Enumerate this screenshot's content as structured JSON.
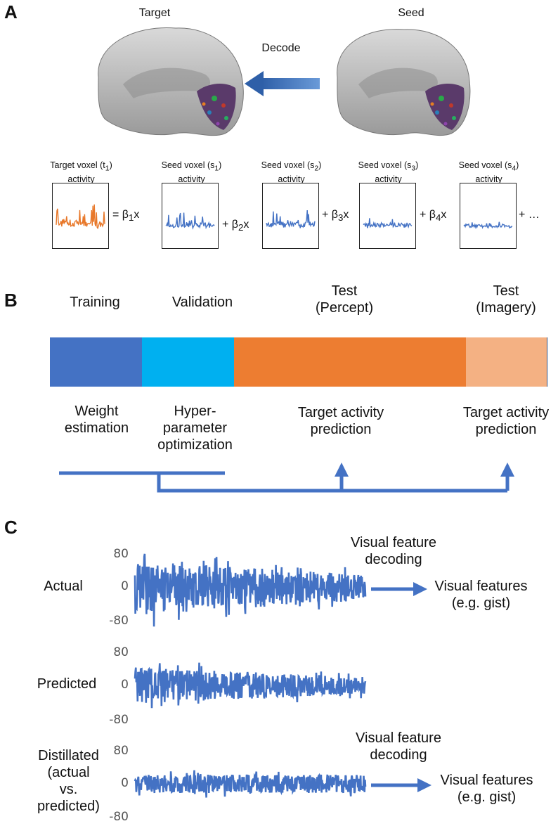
{
  "panels": {
    "a": "A",
    "b": "B",
    "c": "C"
  },
  "panel_a": {
    "target_title": "Target",
    "seed_title": "Seed",
    "decode_label": "Decode",
    "equation": {
      "target": {
        "line1": "Target voxel (t",
        "sub": "1",
        "line1_end": ")",
        "line2": "activity"
      },
      "seeds": [
        {
          "line1": "Seed voxel (s",
          "sub": "1",
          "line1_end": ")",
          "line2": "activity"
        },
        {
          "line1": "Seed voxel (s",
          "sub": "2",
          "line1_end": ")",
          "line2": "activity"
        },
        {
          "line1": "Seed voxel (s",
          "sub": "3",
          "line1_end": ")",
          "line2": "activity"
        },
        {
          "line1": "Seed voxel (s",
          "sub": "4",
          "line1_end": ")",
          "line2": "activity"
        }
      ],
      "operators": [
        {
          "pre": "= β",
          "sub": "1",
          "post": "x"
        },
        {
          "pre": "+ β",
          "sub": "2",
          "post": "x"
        },
        {
          "pre": "+ β",
          "sub": "3",
          "post": "x"
        },
        {
          "pre": "+ β",
          "sub": "4",
          "post": "x"
        }
      ],
      "ellipsis": "+ …"
    },
    "colors": {
      "target_trace": "#e8782a",
      "seed_trace": "#4472c4",
      "arrow": "#3b6fbf"
    }
  },
  "panel_b": {
    "phases": [
      {
        "title": "Training",
        "title2": "",
        "color": "#4472c4",
        "desc1": "Weight",
        "desc2": "estimation",
        "desc3": ""
      },
      {
        "title": "Validation",
        "title2": "",
        "color": "#00b0f0",
        "desc1": "Hyper-",
        "desc2": "parameter",
        "desc3": "optimization"
      },
      {
        "title": "Test",
        "title2": "(Percept)",
        "color": "#ed7d31",
        "desc1": "Target activity",
        "desc2": "prediction",
        "desc3": ""
      },
      {
        "title": "Test",
        "title2": "(Imagery)",
        "color": "#f4b183",
        "desc1": "Target activity",
        "desc2": "prediction",
        "desc3": ""
      }
    ],
    "arrow_color": "#4472c4"
  },
  "panel_c": {
    "rows": [
      {
        "label": [
          "Actual"
        ],
        "ticks": [
          "80",
          "0",
          "-80"
        ],
        "arrow": true,
        "decoding_label": [
          "Visual feature",
          "decoding"
        ],
        "output_label": [
          "Visual features",
          "(e.g. gist)"
        ]
      },
      {
        "label": [
          "Predicted"
        ],
        "ticks": [
          "80",
          "0",
          "-80"
        ],
        "arrow": false,
        "decoding_label": [
          "",
          ""
        ],
        "output_label": [
          "",
          ""
        ]
      },
      {
        "label": [
          "Distillated",
          "(actual",
          "vs.",
          "predicted)"
        ],
        "ticks": [
          "80",
          "0",
          "-80"
        ],
        "arrow": true,
        "decoding_label": [
          "Visual feature",
          "decoding"
        ],
        "output_label": [
          "Visual features",
          "(e.g. gist)"
        ]
      }
    ],
    "trace_color": "#4472c4"
  }
}
